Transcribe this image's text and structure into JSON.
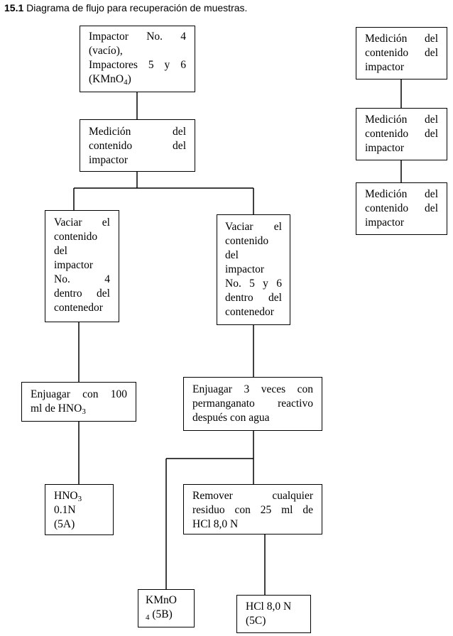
{
  "title": {
    "number": "15.1",
    "text": " Diagrama de flujo para recuperación de muestras."
  },
  "nodes": {
    "impactors": {
      "line1": "Impactor No. 4",
      "line2": "(vacío),",
      "line3": "Impactores 5 y 6",
      "line4_pre": "(KMnO",
      "line4_sub": "4",
      "line4_post": ")"
    },
    "measure_main": {
      "line1": "Medición del",
      "line2": "contenido del",
      "line3": "impactor"
    },
    "empty4": {
      "lines": [
        "Vaciar el",
        "contenido",
        "del",
        "impactor",
        "No. 4",
        "dentro del",
        "contenedor"
      ]
    },
    "empty56": {
      "lines": [
        "Vaciar el",
        "contenido",
        "del",
        "impactor",
        "No. 5 y 6",
        "dentro del",
        "contenedor"
      ]
    },
    "rinse_hno3": {
      "line1": "Enjuagar con 100",
      "line2_pre": "ml de HNO",
      "line2_sub": "3"
    },
    "rinse_kmno4": {
      "line1": "Enjuagar 3 veces con",
      "line2": "permanganato reactivo",
      "line3": "después con agua"
    },
    "hno3_sample": {
      "line1_pre": "HNO",
      "line1_sub": "3",
      "line2": "0.1N",
      "line3": "(5A)"
    },
    "remove_hcl": {
      "line1": "Remover cualquier",
      "line2": "residuo con 25 ml de",
      "line3": "HCl 8,0 N"
    },
    "kmno4_sample": {
      "line1": "KMnO",
      "line2_sub": "4",
      "line2_post": " (5B)"
    },
    "hcl_sample": {
      "line1": "HCl 8,0 N",
      "line2": "(5C)"
    },
    "right_measure_1": {
      "line1": "Medición del",
      "line2": "contenido del",
      "line3": "impactor"
    },
    "right_measure_2": {
      "line1": "Medición del",
      "line2": "contenido del",
      "line3": "impactor"
    },
    "right_measure_3": {
      "line1": "Medición del",
      "line2": "contenido del",
      "line3": "impactor"
    }
  }
}
